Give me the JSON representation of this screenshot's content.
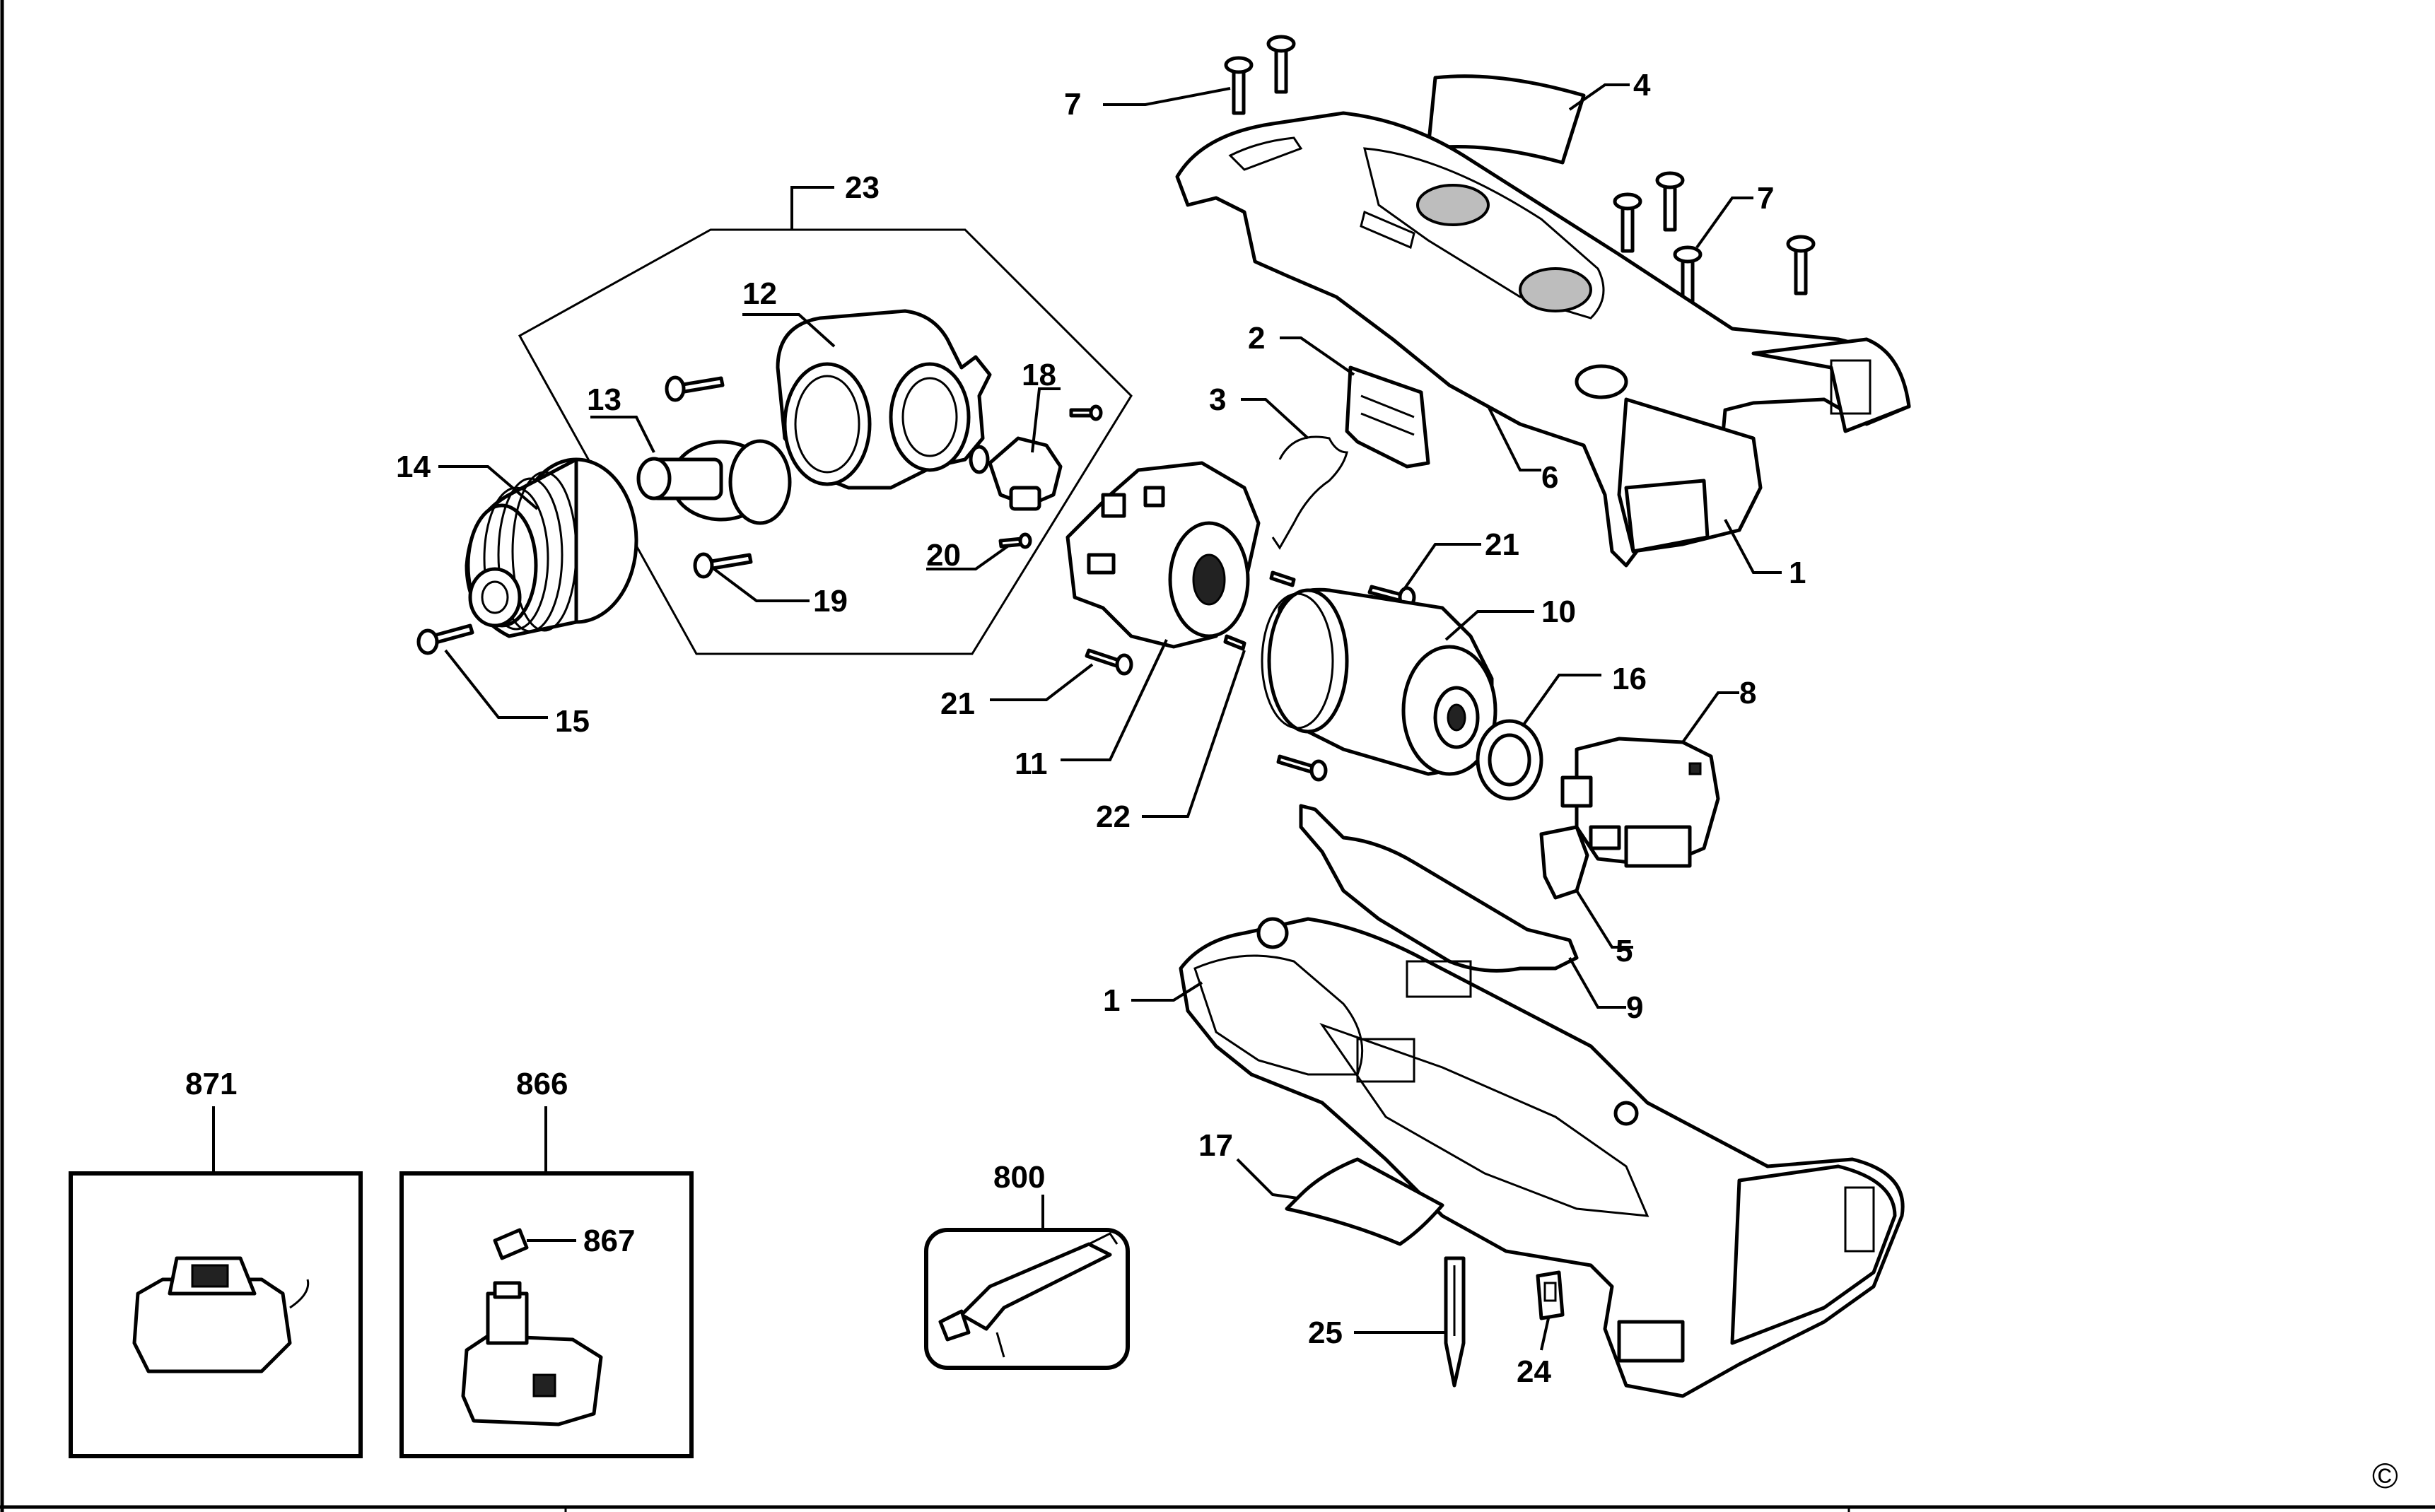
{
  "labels": {
    "l1a": "1",
    "l1b": "1",
    "l2": "2",
    "l3": "3",
    "l4": "4",
    "l5": "5",
    "l6": "6",
    "l7a": "7",
    "l7b": "7",
    "l8": "8",
    "l9": "9",
    "l10": "10",
    "l11": "11",
    "l12": "12",
    "l13": "13",
    "l14": "14",
    "l15": "15",
    "l16": "16",
    "l17": "17",
    "l18": "18",
    "l19": "19",
    "l20": "20",
    "l21a": "21",
    "l21b": "21",
    "l22": "22",
    "l23": "23",
    "l24": "24",
    "l25": "25",
    "l800": "800",
    "l866": "866",
    "l867": "867",
    "l871": "871"
  },
  "copyright_symbol": "©"
}
